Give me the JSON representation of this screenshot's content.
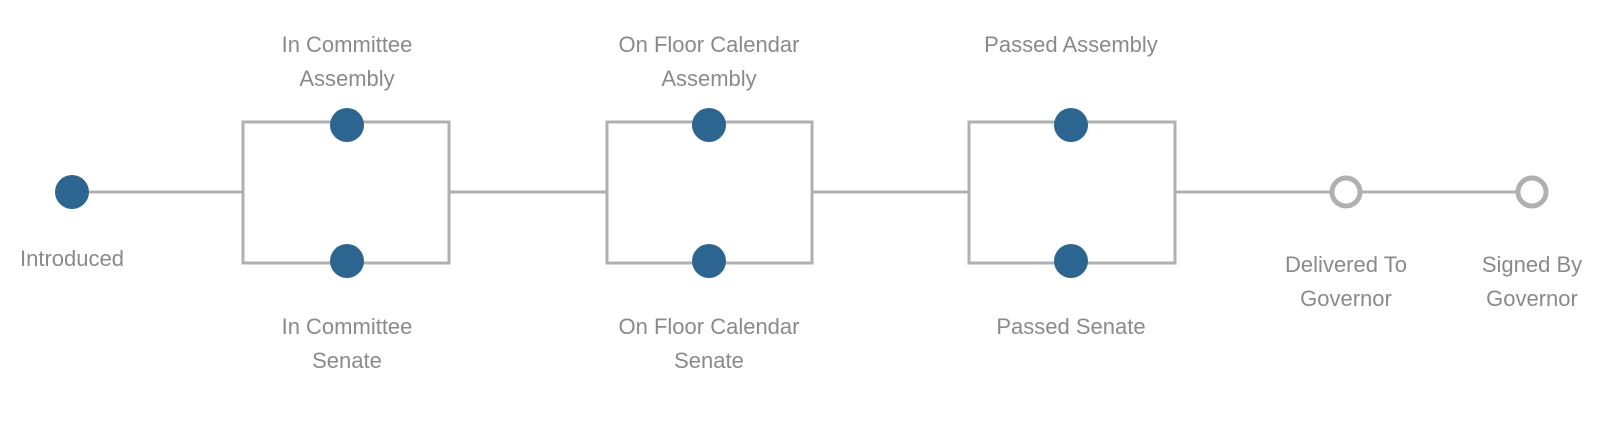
{
  "colors": {
    "line": "#b0b0b0",
    "complete_dot": "#2c6690",
    "pending_dot_stroke": "#b0b0b0",
    "label_text": "#8a8a8a"
  },
  "stages": {
    "introduced": {
      "label_lines": [
        "Introduced"
      ],
      "status": "complete"
    },
    "committee_assembly": {
      "label_lines": [
        "In Committee",
        "Assembly"
      ],
      "status": "complete"
    },
    "committee_senate": {
      "label_lines": [
        "In Committee",
        "Senate"
      ],
      "status": "complete"
    },
    "floor_assembly": {
      "label_lines": [
        "On Floor Calendar",
        "Assembly"
      ],
      "status": "complete"
    },
    "floor_senate": {
      "label_lines": [
        "On Floor Calendar",
        "Senate"
      ],
      "status": "complete"
    },
    "passed_assembly": {
      "label_lines": [
        "Passed Assembly"
      ],
      "status": "complete"
    },
    "passed_senate": {
      "label_lines": [
        "Passed Senate"
      ],
      "status": "complete"
    },
    "delivered_governor": {
      "label_lines": [
        "Delivered To",
        "Governor"
      ],
      "status": "pending"
    },
    "signed_governor": {
      "label_lines": [
        "Signed By",
        "Governor"
      ],
      "status": "pending"
    }
  }
}
